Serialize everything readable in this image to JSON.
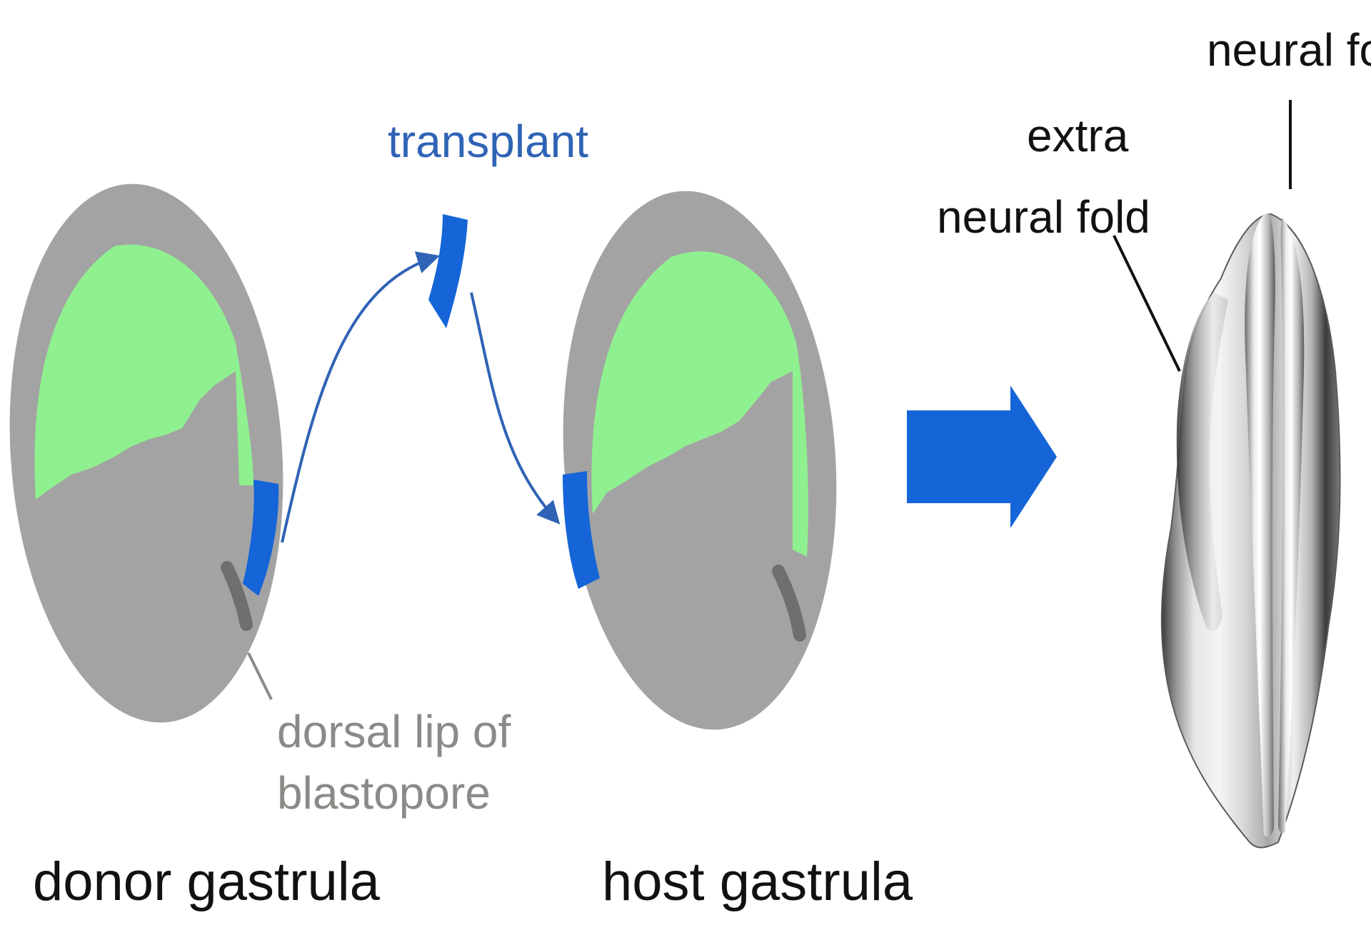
{
  "labels": {
    "neural_fold": "neural fold",
    "extra_neural_fold_line1": "extra",
    "extra_neural_fold_line2": "neural fold",
    "transplant": "transplant",
    "dorsal_lip_line1": "dorsal lip of",
    "dorsal_lip_line2": "blastopore",
    "donor_gastrula": "donor gastrula",
    "host_gastrula": "host gastrula"
  },
  "colors": {
    "embryo_grey": "#a3a3a3",
    "neural_green": "#8ff08f",
    "transplant_blue": "#1565d8",
    "arrow_line_blue": "#2f63b5",
    "label_grey": "#8c8a87",
    "text": "#111111"
  }
}
